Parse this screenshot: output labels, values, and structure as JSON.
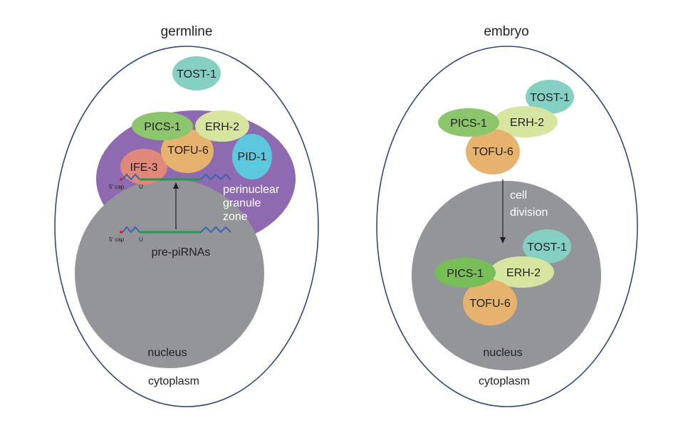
{
  "left_panel": {
    "title": "germline",
    "proteins": {
      "tost1": "TOST-1",
      "pics1": "PICS-1",
      "erh2": "ERH-2",
      "tofu6": "TOFU-6",
      "ife3": "IFE-3",
      "pid1": "PID-1"
    },
    "granule_label": [
      "perinuclear",
      "granule",
      "zone"
    ],
    "rna_labels": {
      "cap": "5' cap",
      "uridine": "U"
    },
    "pre_pirna_label": "pre-piRNAs",
    "nucleus_label": "nucleus",
    "cytoplasm_label": "cytoplasm"
  },
  "right_panel": {
    "title": "embryo",
    "proteins_top": {
      "tost1": "TOST-1",
      "pics1": "PICS-1",
      "erh2": "ERH-2",
      "tofu6": "TOFU-6"
    },
    "division_label": [
      "cell",
      "division"
    ],
    "proteins_nucleus": {
      "tost1": "TOST-1",
      "pics1": "PICS-1",
      "erh2": "ERH-2",
      "tofu6": "TOFU-6"
    },
    "nucleus_label": "nucleus",
    "cytoplasm_label": "cytoplasm"
  },
  "colors": {
    "cell_outline": "#2e4a7d",
    "nucleus": "#939598",
    "granule": "#8e6bb0",
    "tost1": "#86cfc3",
    "pics1": "#8cc56b",
    "erh2": "#d6e6a1",
    "tofu6": "#e6b36e",
    "ife3": "#e0897a",
    "pid1": "#5cc8e0",
    "rna_blue": "#3b63b0",
    "rna_green": "#1f9a48",
    "cap_red": "#e31e24"
  }
}
